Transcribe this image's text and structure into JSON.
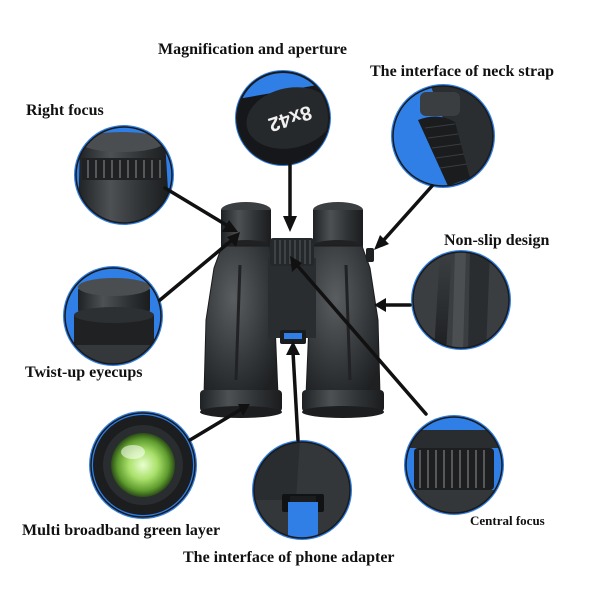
{
  "labels": {
    "magnification": "Magnification and aperture",
    "neck_strap": "The interface of neck strap",
    "right_focus": "Right focus",
    "non_slip": "Non-slip design",
    "twist_up": "Twist-up eyecups",
    "multi_layer": "Multi broadband green layer",
    "phone_adapter": "The interface of phone adapter",
    "central_focus": "Central focus"
  },
  "detail_text": {
    "spec_marking": "8x42"
  },
  "colors": {
    "accent_blue": "#2f7fe6",
    "binocular_body": "#2e3133",
    "lens_green": "#8fd45a",
    "arrow": "#111111"
  }
}
